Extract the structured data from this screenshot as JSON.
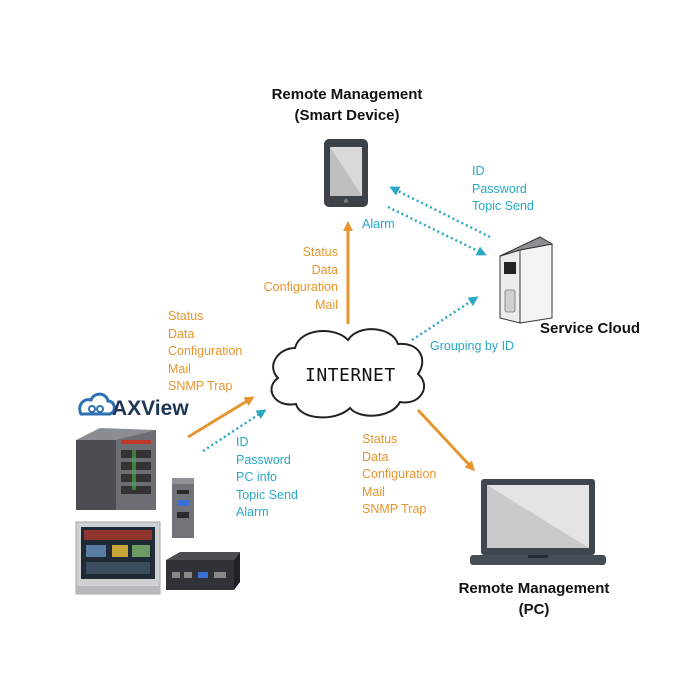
{
  "titles": {
    "smart_device_line1": "Remote Management",
    "smart_device_line2": "(Smart Device)",
    "service_cloud": "Service Cloud",
    "pc_line1": "Remote Management",
    "pc_line2": "(PC)",
    "internet": "INTERNET",
    "brand": "AXView"
  },
  "labels": {
    "to_smart_device": [
      "Status",
      "Data",
      "Configuration",
      "Mail"
    ],
    "alarm": "Alarm",
    "cloud_to_device": [
      "ID",
      "Password",
      "Topic Send"
    ],
    "grouping": "Grouping by ID",
    "axview_to_internet": [
      "Status",
      "Data",
      "Configuration",
      "Mail",
      "SNMP Trap"
    ],
    "axview_to_cloud": [
      "ID",
      "Password",
      "PC info",
      "Topic Send",
      "Alarm"
    ],
    "internet_to_pc": [
      "Status",
      "Data",
      "Configuration",
      "Mail",
      "SNMP Trap"
    ]
  },
  "colors": {
    "orange": "#e6952e",
    "blue": "#2aa8c4",
    "brand": "#1f3556"
  },
  "icons": [
    "tablet-icon",
    "server-icon",
    "laptop-icon",
    "cloud-icon",
    "axview-logo-icon",
    "industrial-pc-icon"
  ]
}
